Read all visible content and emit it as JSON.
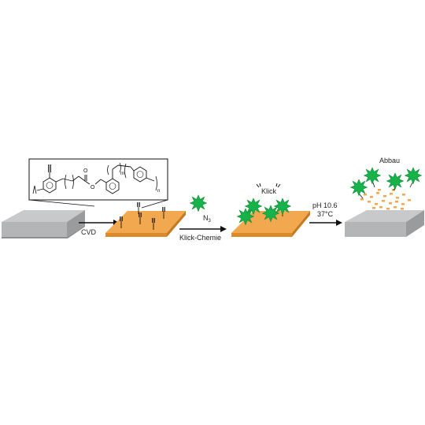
{
  "steps": {
    "cvd_label": "CVD",
    "click_chemistry_label": "Klick-Chemie",
    "azide_label": "N",
    "azide_subscript": "3",
    "click_label": "Klick",
    "ph_label": "pH 10.6",
    "temperature_label": "37°C",
    "degradation_label": "Abbau"
  },
  "polymer_structure": {
    "subscript_m": "m",
    "subscript_n": "n",
    "oxygen_label_1": "O",
    "oxygen_label_2": "O"
  },
  "colors": {
    "substrate_gray": "#c8c9cb",
    "substrate_side": "#9a9b9d",
    "polymer_orange": "#f2a84e",
    "polymer_side": "#d98b2c",
    "biomolecule_green": "#17b34a",
    "arrow_black": "#111111"
  },
  "icons": [
    "green-biomolecule-icon",
    "alkyne-group-icon",
    "reaction-arrow-icon"
  ]
}
